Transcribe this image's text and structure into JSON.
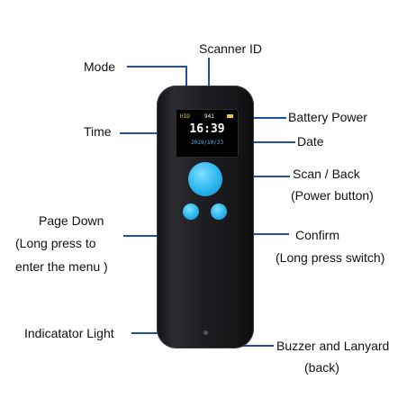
{
  "labels": {
    "mode": "Mode",
    "scanner_id": "Scanner ID",
    "time": "Time",
    "battery_power": "Battery Power",
    "date": "Date",
    "scan_back": "Scan / Back",
    "power_button": "(Power button)",
    "page_down": "Page Down",
    "long_press_to": "(Long press to",
    "enter_menu": "enter the menu )",
    "confirm": "Confirm",
    "long_press_switch": "(Long press switch)",
    "indicator_light": "Indicatator Light",
    "buzzer_lanyard": "Buzzer and Lanyard",
    "back": "(back)"
  },
  "screen": {
    "mode": "HID",
    "scanner_id": "941",
    "time": "16:39",
    "date": "2019/10/23"
  },
  "colors": {
    "leader_line": "#1f4fa8",
    "button": "#2ab5ee",
    "device": "#1c1d20"
  }
}
